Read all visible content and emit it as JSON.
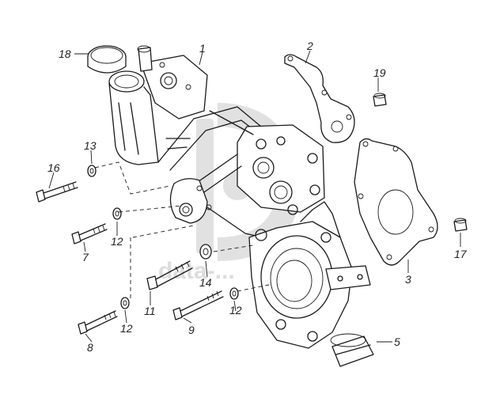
{
  "diagram": {
    "callouts": {
      "c1": "1",
      "c2": "2",
      "c3": "3",
      "c5": "5",
      "c7": "7",
      "c8": "8",
      "c9": "9",
      "c11": "11",
      "c12a": "12",
      "c12b": "12",
      "c12c": "12",
      "c13": "13",
      "c14": "14",
      "c16": "16",
      "c17": "17",
      "c18": "18",
      "c19": "19"
    },
    "watermark": "data-..."
  }
}
